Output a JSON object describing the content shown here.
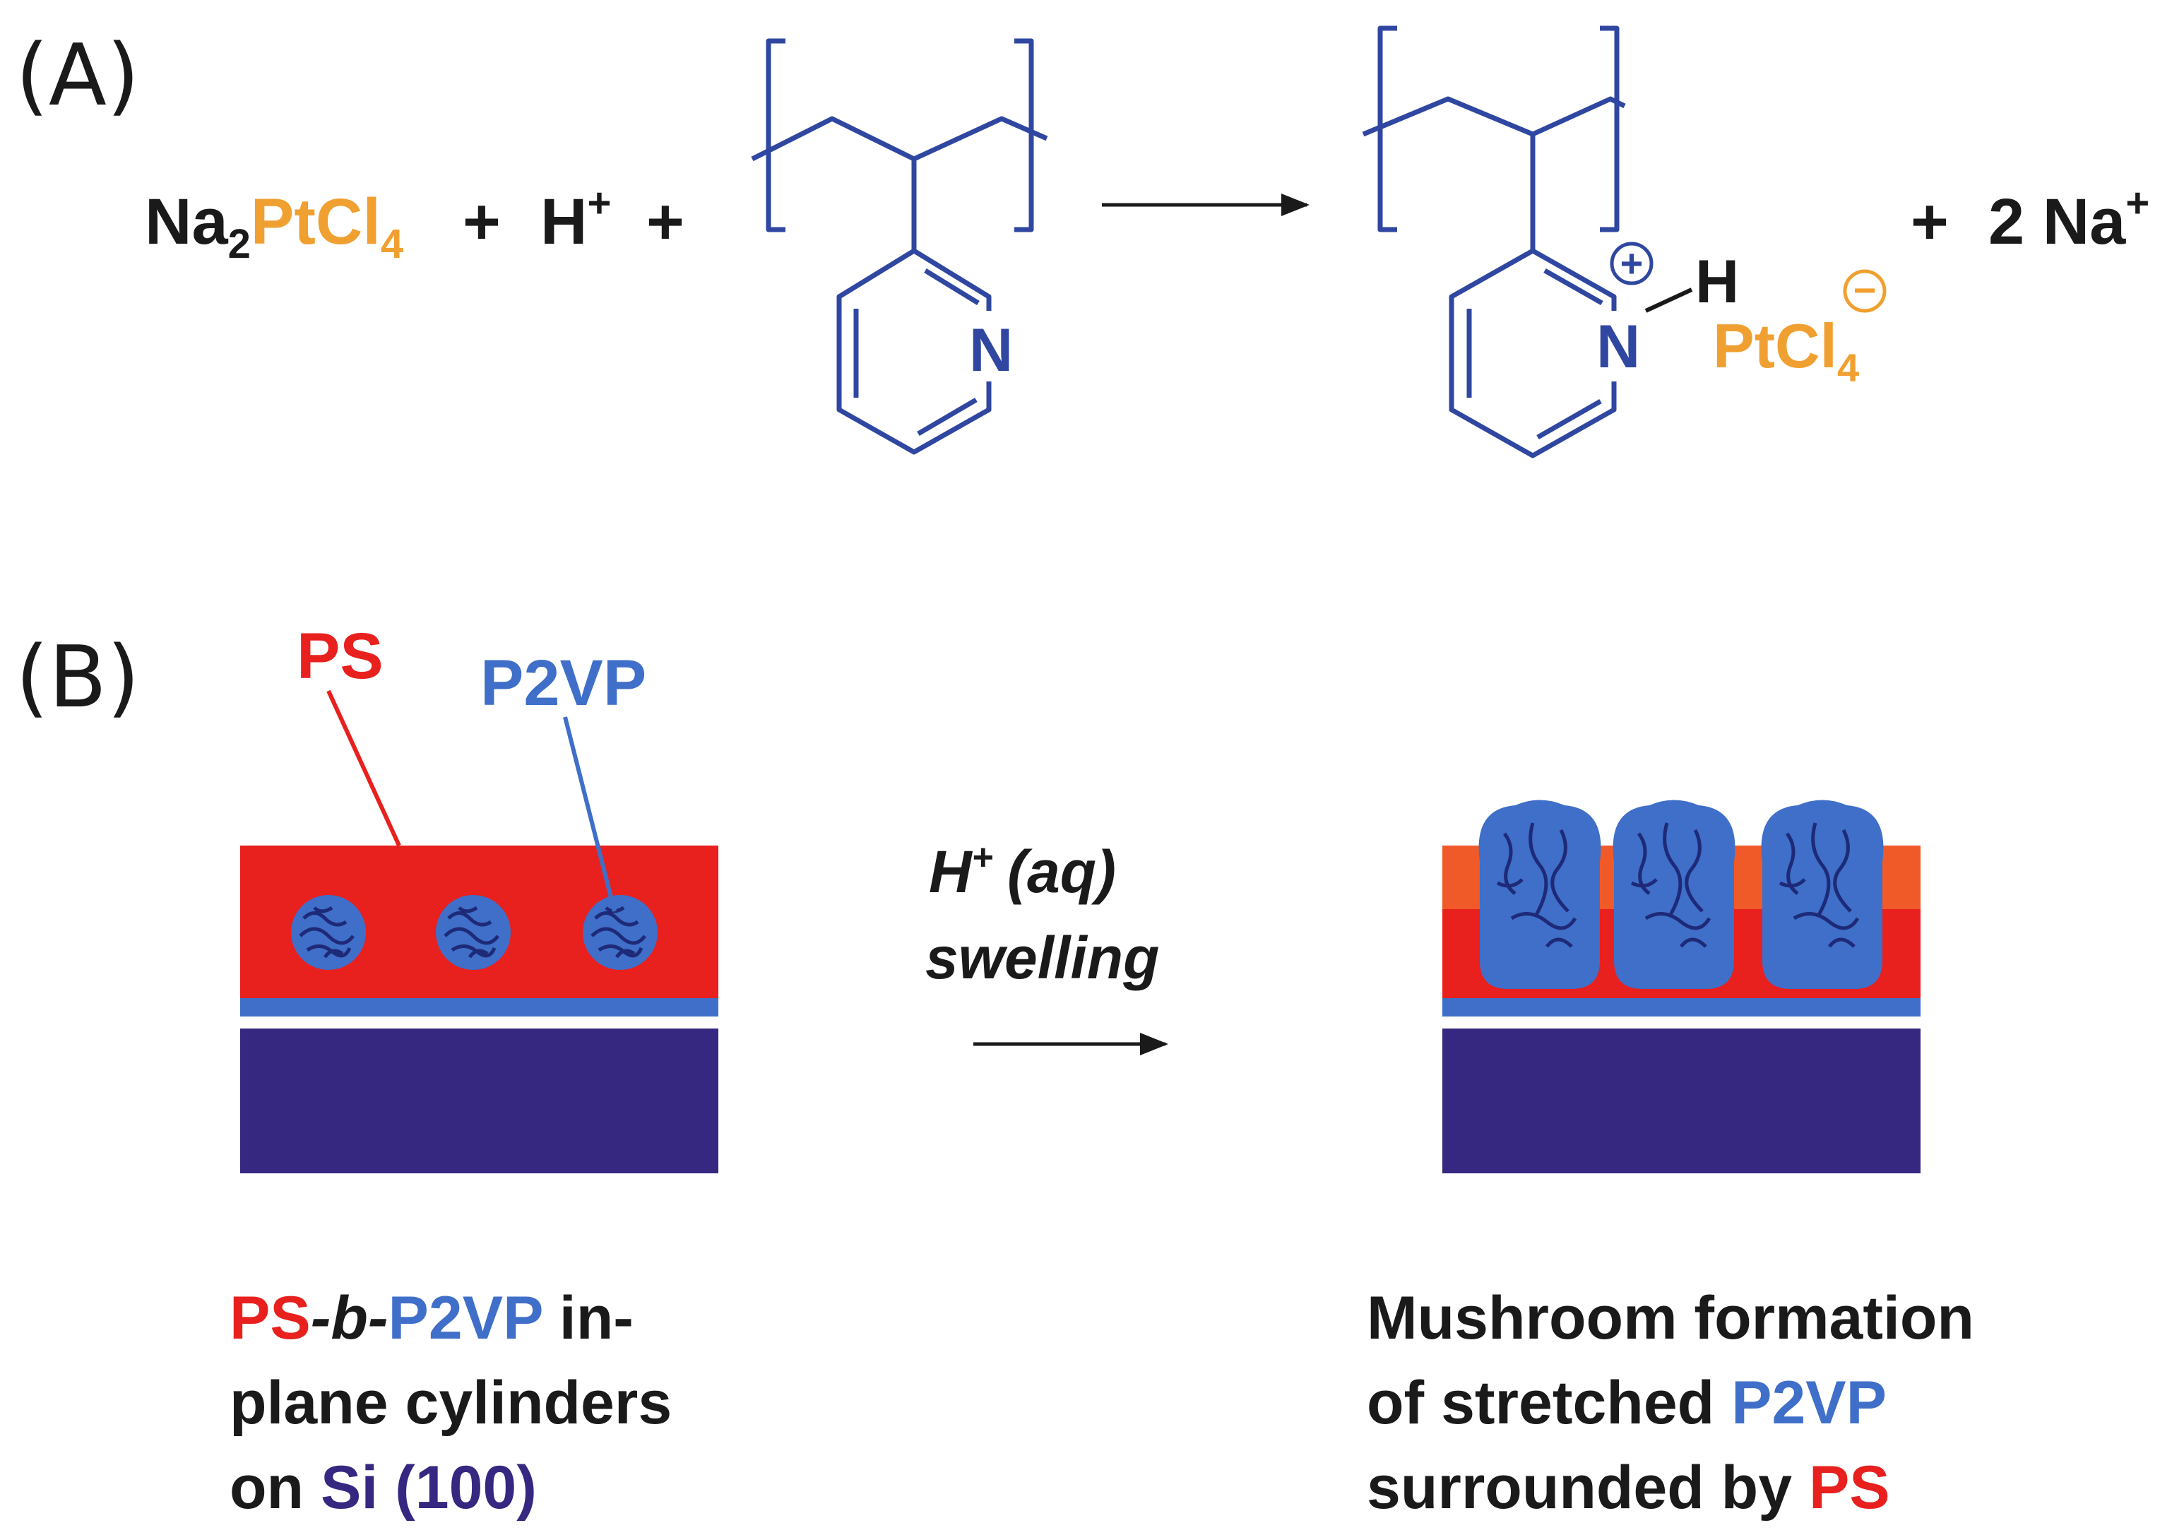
{
  "colors": {
    "black": "#1a1a1a",
    "pt_orange": "#f0a030",
    "p2vp_blue": "#2f47a0",
    "ps_red": "#e8201e",
    "light_blue": "#3f6fc8",
    "substrate_navy": "#362781",
    "orange_band": "#f05a28"
  },
  "panel_a": {
    "label": "(A)",
    "reactant": {
      "na": "Na",
      "na_sub": "2",
      "pt": "PtCl",
      "pt_sub": "4"
    },
    "plus_1": "+",
    "proton": "H",
    "proton_sup": "+",
    "plus_2": "+",
    "n_reactant": "N",
    "n_product": "N",
    "n_charge": "+",
    "h_product": "H",
    "counterion": "PtCl",
    "counterion_sub": "4",
    "counterion_charge": "−",
    "plus_3": "+",
    "sodium": "2 Na",
    "sodium_sup": "+"
  },
  "panel_b": {
    "label": "(B)",
    "ps_label": "PS",
    "p2vp_label": "P2VP",
    "condition_proton": "H",
    "condition_sup": "+",
    "condition_aq": "(aq)",
    "condition_swelling": "swelling",
    "caption_left": {
      "ps": "PS",
      "b": "-b-",
      "p2vp": "P2VP",
      "in": " in-",
      "line2": "plane cylinders",
      "on": "on ",
      "si": "Si (100)"
    },
    "caption_right": {
      "line1": "Mushroom formation",
      "of": "of stretched ",
      "p2vp": "P2VP",
      "surrounded": "surrounded by ",
      "ps": "PS"
    }
  }
}
